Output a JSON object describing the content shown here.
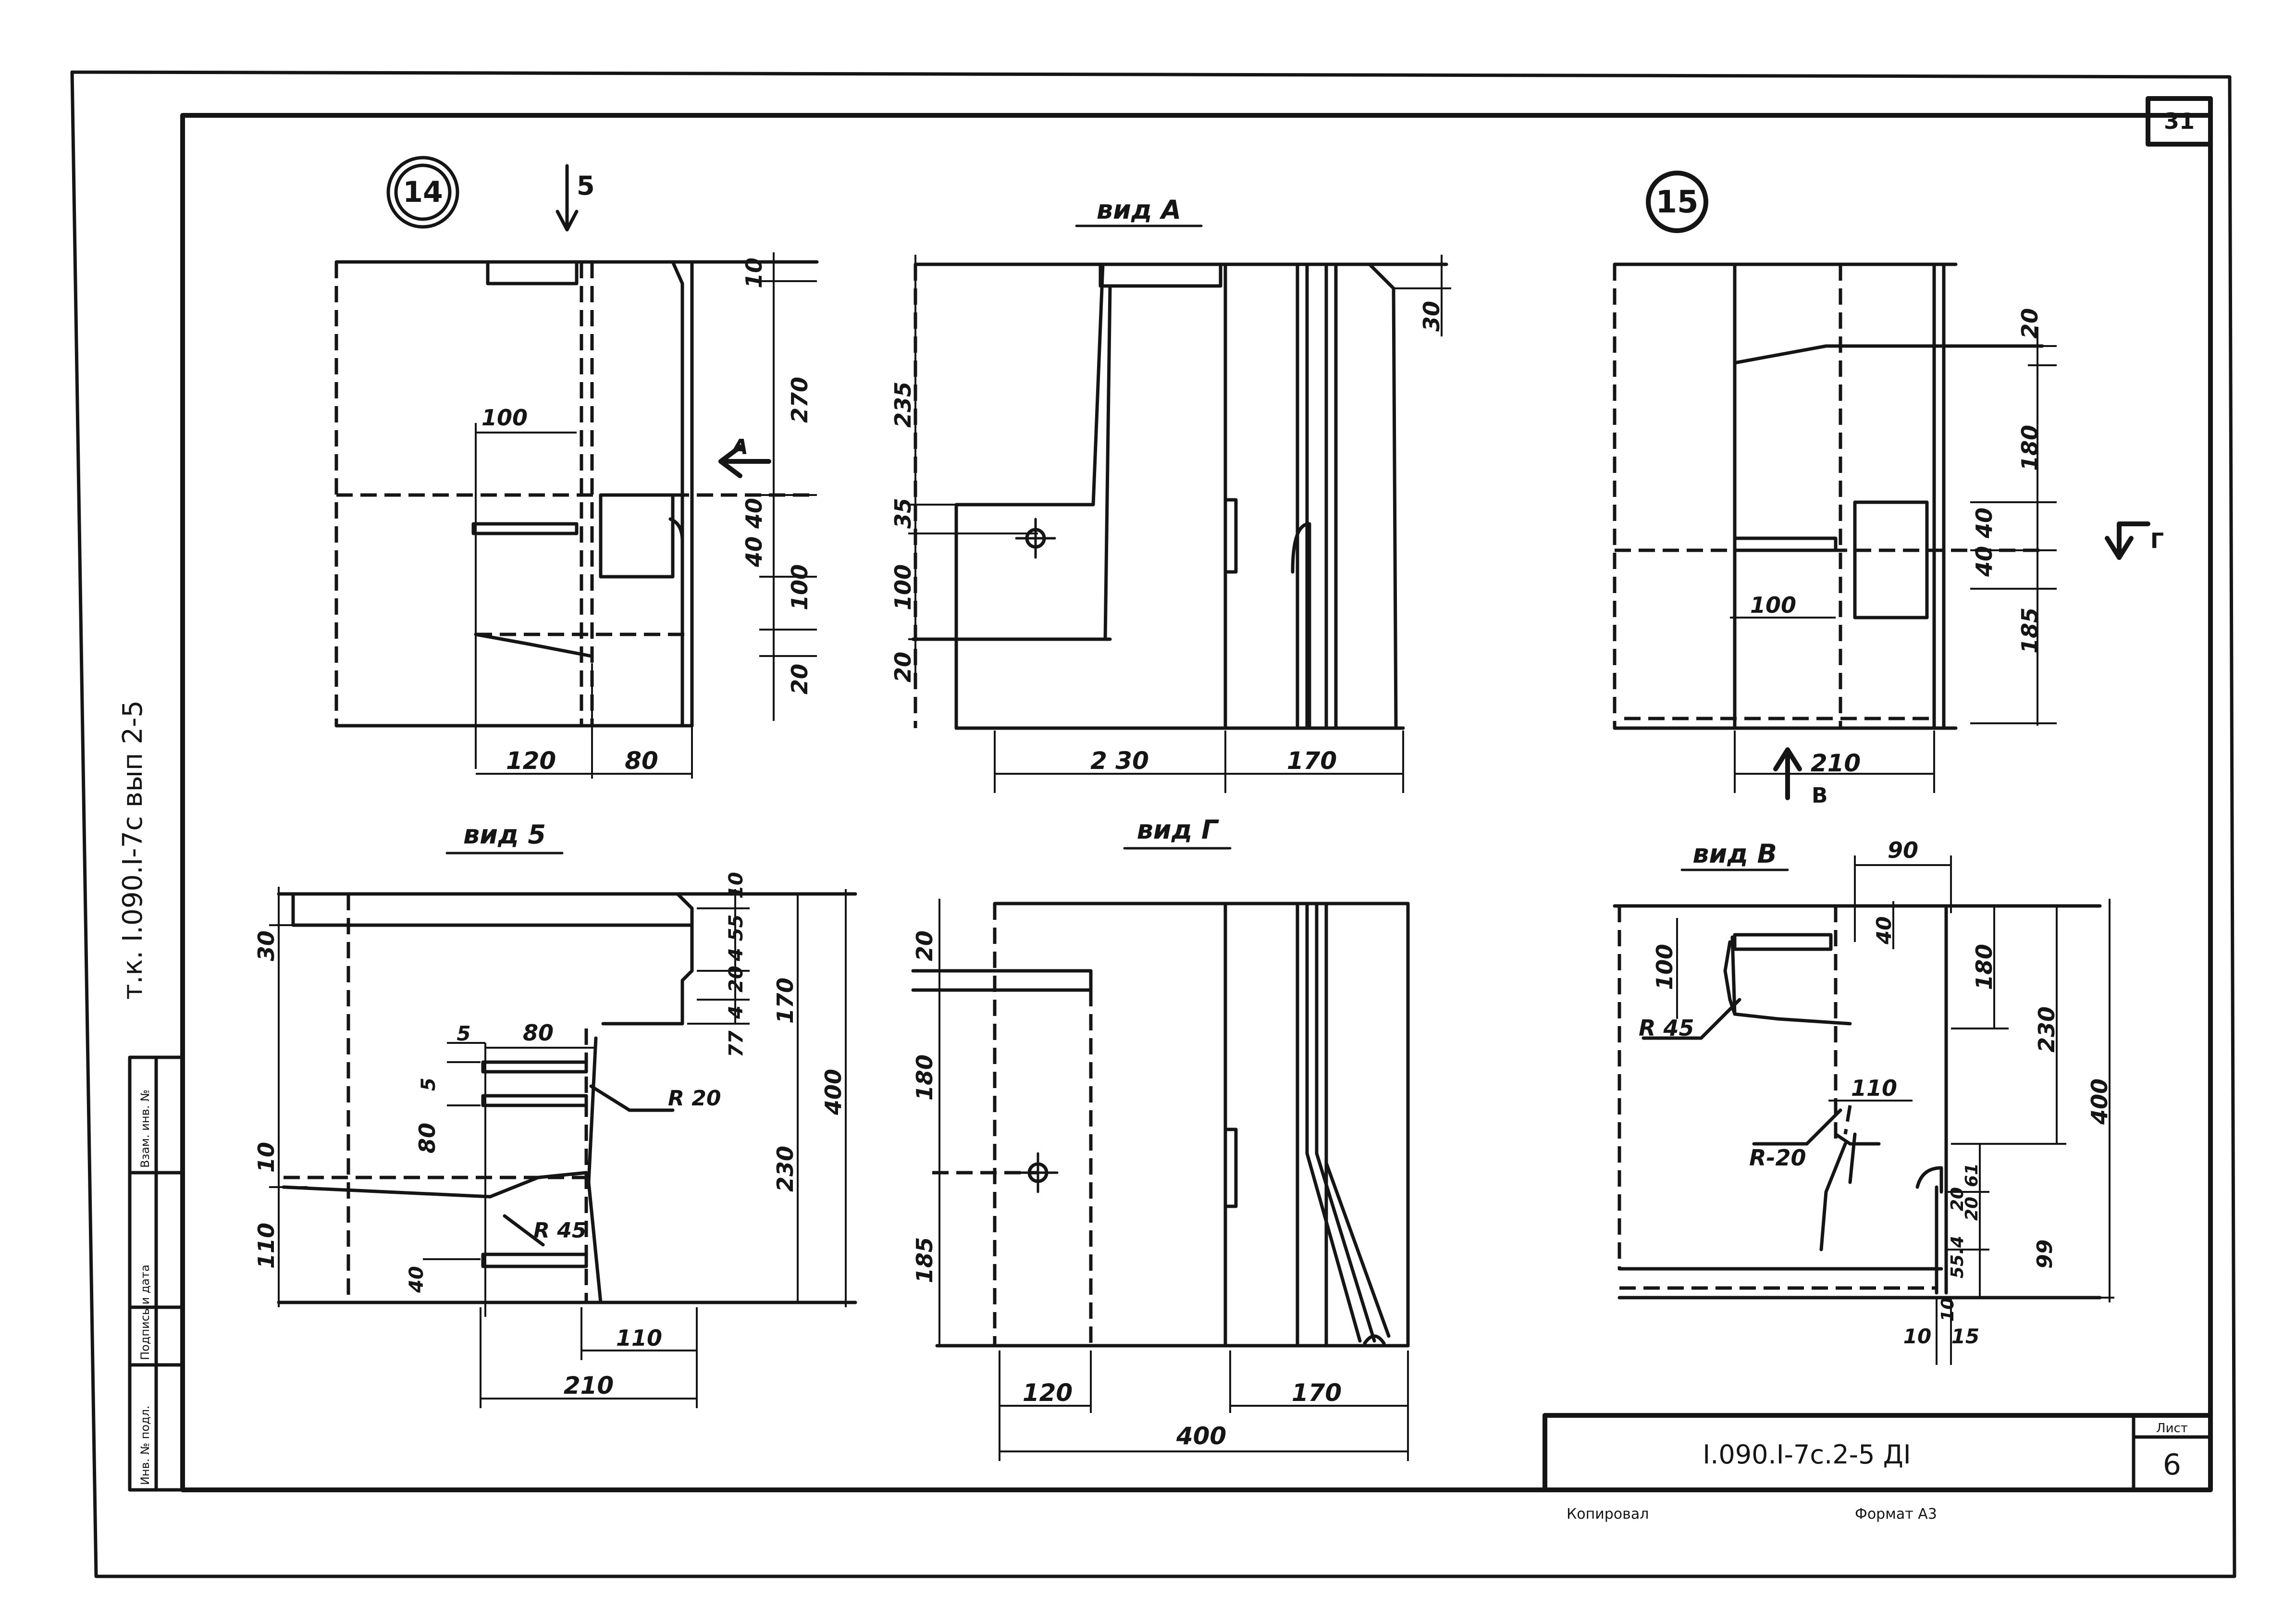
{
  "sheet": {
    "corner_page_number": "31",
    "side_title": "т.к. I.090.I-7с вып 2-5",
    "title_block": {
      "code": "I.090.I-7с.2-5 ДI",
      "sheet_label": "Лист",
      "sheet_number": "6",
      "copied_by": "Копировал",
      "format": "Формат А3"
    },
    "side_stamp": [
      "Инв. № подл.",
      "Подпись и дата",
      "Взам. инв. №"
    ]
  },
  "nodes": {
    "node14": "14",
    "node15": "15",
    "arrow_b": "5"
  },
  "views": {
    "view_a": "вид А",
    "view_b": "вид 5",
    "view_g": "вид Г",
    "view_v": "вид В",
    "arrow_a": "А",
    "arrow_g": "Г",
    "arrow_v": "В"
  },
  "dims": {
    "n14": [
      "10",
      "270",
      "100",
      "40",
      "40",
      "100",
      "20",
      "120",
      "80"
    ],
    "va": [
      "235",
      "35",
      "100",
      "20",
      "30",
      "2 30",
      "170"
    ],
    "n15": [
      "20",
      "180",
      "40",
      "40",
      "185",
      "100",
      "210"
    ],
    "vb": [
      "30",
      "10",
      "4 55",
      "20",
      "4",
      "77",
      "170",
      "400",
      "230",
      "5",
      "80",
      "5",
      "80",
      "10",
      "R 20",
      "R 45",
      "110",
      "40",
      "110",
      "210"
    ],
    "vg": [
      "20",
      "180",
      "185",
      "120",
      "170",
      "400"
    ],
    "vv": [
      "90",
      "40",
      "100",
      "180",
      "230",
      "400",
      "R 45",
      "110",
      "R-20",
      "61",
      "20",
      "20",
      "55.4",
      "99",
      "10",
      "10",
      "15"
    ]
  }
}
